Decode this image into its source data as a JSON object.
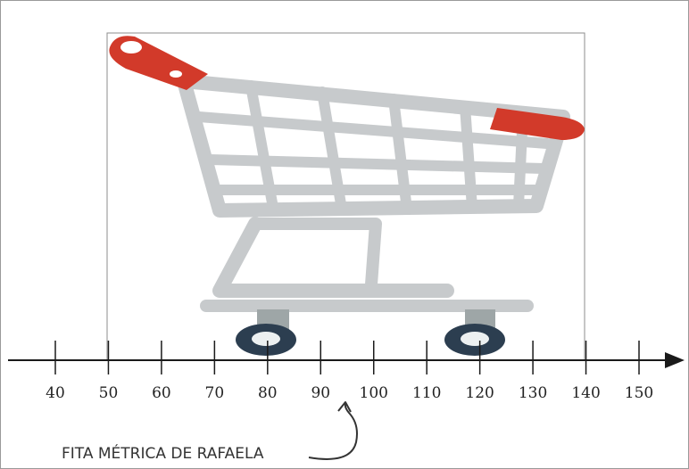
{
  "tape": {
    "ticks": [
      40,
      50,
      60,
      70,
      80,
      90,
      100,
      110,
      120,
      130,
      140,
      150
    ],
    "caption": "FITA MÉTRICA DE RAFAELA"
  },
  "cart": {
    "span_start": 50,
    "span_end": 140
  },
  "colors": {
    "axis": "#1a1a1a",
    "frame": "#8c8c8c",
    "cart_metal": "#c7cacc",
    "cart_handle": "#d23a2a",
    "wheel": "#2c3e50",
    "wheel_hub": "#ecf0f1",
    "wheel_mount": "#9ea6a7"
  },
  "icons": {
    "cart": "shopping-cart-icon",
    "pointer": "curved-arrow-icon"
  }
}
